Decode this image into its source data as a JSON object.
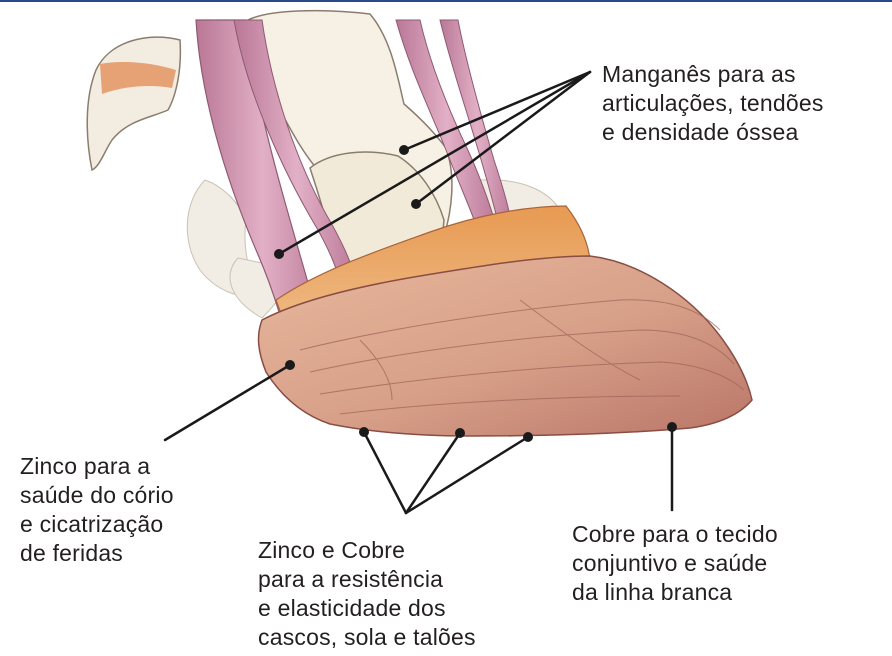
{
  "annotations": {
    "manganese": {
      "lines": [
        "Manganês para as",
        "articulações, tendões",
        "e densidade óssea"
      ]
    },
    "zinc": {
      "lines": [
        "Zinco para a",
        "saúde do cório",
        "e cicatrização",
        "de feridas"
      ]
    },
    "zinc_copper": {
      "lines": [
        "Zinco e Cobre",
        "para a resistência",
        "e elasticidade dos",
        "cascos, sola e talões"
      ]
    },
    "copper": {
      "lines": [
        "Cobre para o tecido",
        "conjuntivo e saúde",
        "da linha branca"
      ]
    }
  },
  "colors": {
    "frame_rule": "#2a4a8c",
    "text": "#231f20",
    "leader": "#1a1a1a",
    "hoof_wall": "#d9a48a",
    "coronary_band": "#e0894a",
    "tendon": "#c98aa6",
    "bone": "#f4efe0"
  }
}
